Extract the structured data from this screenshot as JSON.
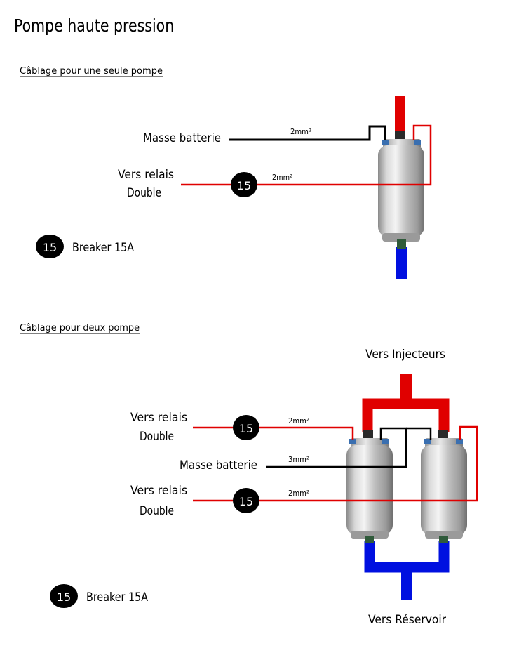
{
  "page": {
    "title": "Pompe haute pression"
  },
  "colors": {
    "positive": "#e00000",
    "ground": "#000000",
    "return": "#0010e0",
    "wire_red": "#e00000"
  },
  "single": {
    "heading": "Câblage pour une seule pompe",
    "ground_label": "Masse batterie",
    "ground_gauge": "2mm²",
    "relay_label_1": "Vers relais",
    "relay_label_2": "Double",
    "relay_gauge": "2mm²",
    "breaker_value": "15",
    "legend_value": "15",
    "legend_text": "Breaker 15A"
  },
  "dual": {
    "heading": "Câblage pour deux pompe",
    "injectors_label": "Vers Injecteurs",
    "tank_label": "Vers Réservoir",
    "relay_top_label_1": "Vers relais",
    "relay_top_label_2": "Double",
    "relay_top_gauge": "2mm²",
    "relay_top_breaker": "15",
    "ground_label": "Masse batterie",
    "ground_gauge": "3mm²",
    "relay_bottom_label_1": "Vers relais",
    "relay_bottom_label_2": "Double",
    "relay_bottom_gauge": "2mm²",
    "relay_bottom_breaker": "15",
    "legend_value": "15",
    "legend_text": "Breaker 15A"
  }
}
